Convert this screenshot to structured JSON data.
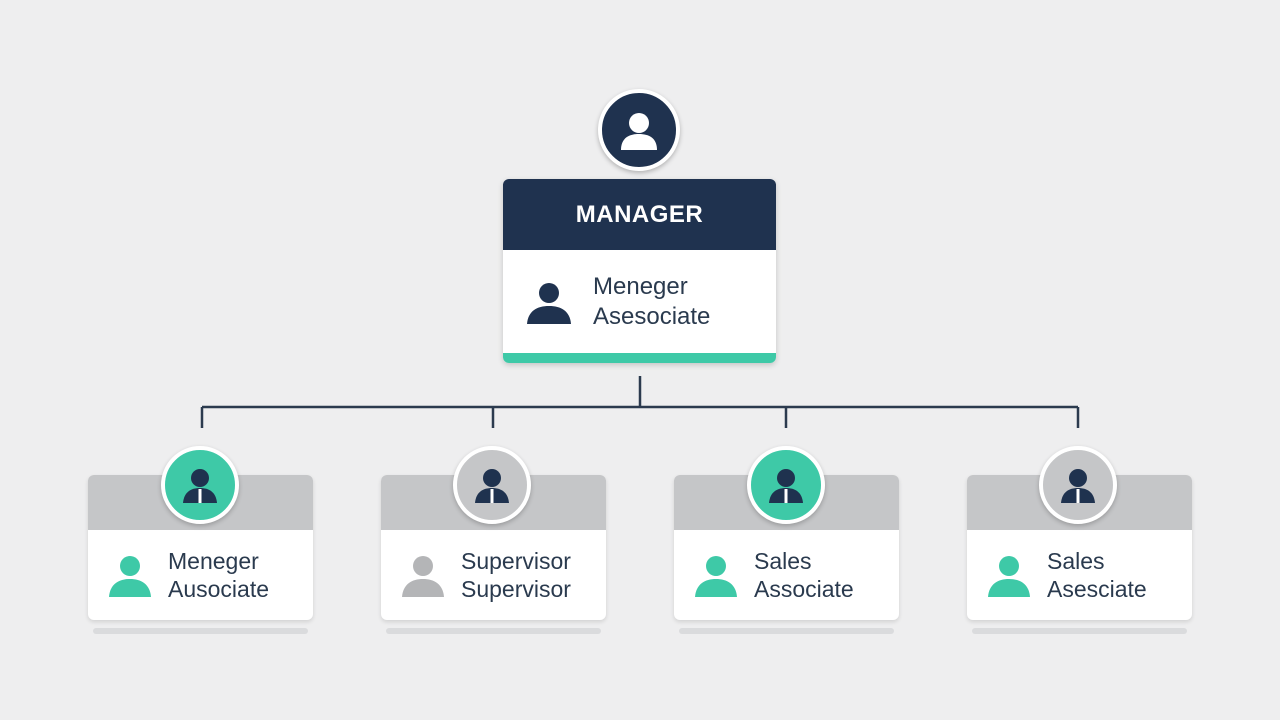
{
  "colors": {
    "navy": "#1f324f",
    "teal": "#3ec9a7",
    "gray": "#c5c6c8",
    "line": "#2b3a4e",
    "background": "#eeeeef"
  },
  "manager": {
    "header_label": "MANAGER",
    "name_line1": "Meneger",
    "name_line2": "Asesociate",
    "icon": "person-icon"
  },
  "children": [
    {
      "line1": "Meneger",
      "line2": "Ausociate",
      "avatar_color": "teal",
      "icon_color": "teal"
    },
    {
      "line1": "Supervisor",
      "line2": "Supervisor",
      "avatar_color": "gray",
      "icon_color": "gray"
    },
    {
      "line1": "Sales",
      "line2": "Associate",
      "avatar_color": "teal",
      "icon_color": "teal"
    },
    {
      "line1": "Sales",
      "line2": "Asesciate",
      "avatar_color": "gray",
      "icon_color": "teal"
    }
  ]
}
